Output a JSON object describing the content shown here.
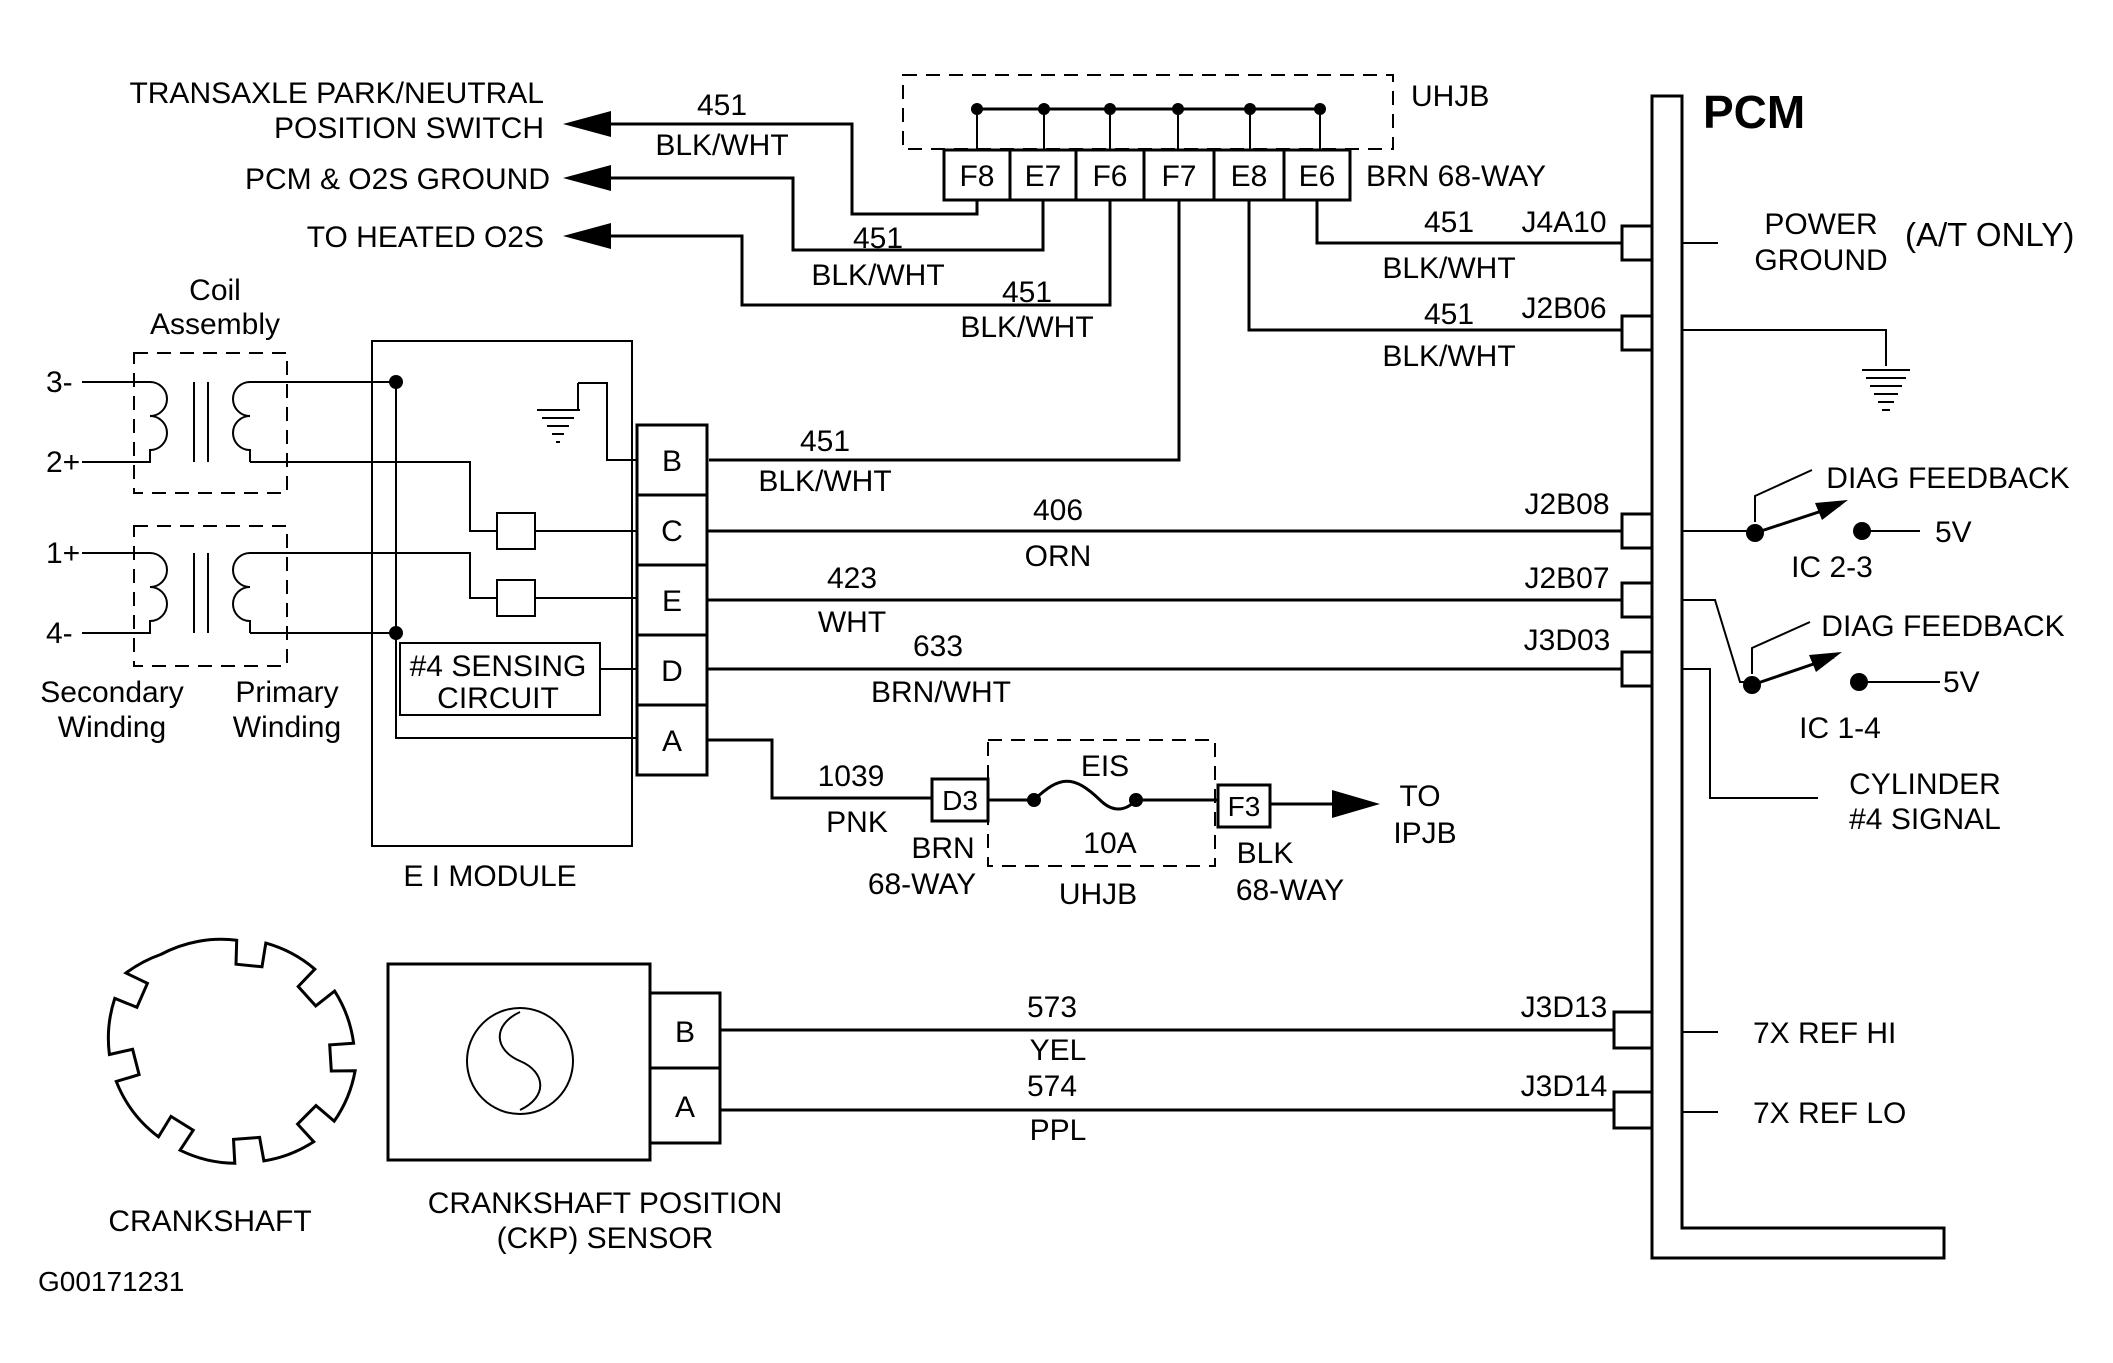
{
  "pcm": {
    "title": "PCM"
  },
  "uhjb": {
    "top_label": "UHJB",
    "connector_label": "BRN 68-WAY",
    "bottom_label": "UHJB"
  },
  "uhjb_pins": [
    "F8",
    "E7",
    "F6",
    "F7",
    "E8",
    "E6"
  ],
  "left_dest": {
    "transaxle_1": "TRANSAXLE PARK/NEUTRAL",
    "transaxle_2": "POSITION SWITCH",
    "pcm_ground": "PCM & O2S GROUND",
    "heated_o2s": "TO HEATED O2S"
  },
  "wires": {
    "w_f8": {
      "num": "451",
      "color": "BLK/WHT"
    },
    "w_e7": {
      "num": "451",
      "color": "BLK/WHT"
    },
    "w_f6": {
      "num": "451",
      "color": "BLK/WHT"
    },
    "w_e6": {
      "num": "451",
      "color": "BLK/WHT",
      "pin": "J4A10"
    },
    "w_e8": {
      "num": "451",
      "color": "BLK/WHT",
      "pin": "J2B06"
    },
    "w_b": {
      "num": "451",
      "color": "BLK/WHT"
    },
    "w_c": {
      "num": "406",
      "color": "ORN",
      "pin": "J2B08"
    },
    "w_e": {
      "num": "423",
      "color": "WHT",
      "pin": "J2B07"
    },
    "w_d": {
      "num": "633",
      "color": "BRN/WHT",
      "pin": "J3D03"
    },
    "w_a": {
      "num": "1039",
      "color": "PNK"
    },
    "w_ckp_b": {
      "num": "573",
      "color": "YEL",
      "pin": "J3D13"
    },
    "w_ckp_a": {
      "num": "574",
      "color": "PPL",
      "pin": "J3D14"
    }
  },
  "pcm_side": {
    "power_1": "POWER",
    "ground_1": "GROUND",
    "at_only": "(A/T ONLY)",
    "diag1": "DIAG FEEDBACK",
    "v5_1": "5V",
    "ic23": "IC 2-3",
    "diag2": "DIAG FEEDBACK",
    "v5_2": "5V",
    "ic14": "IC 1-4",
    "cyl_1": "CYLINDER",
    "cyl_2": "#4 SIGNAL",
    "ref_hi": "7X REF HI",
    "ref_lo": "7X REF LO"
  },
  "coil": {
    "title_1": "Coil",
    "title_2": "Assembly",
    "t3": "3-",
    "t2": "2+",
    "t1": "1+",
    "t4": "4-",
    "sec_1": "Secondary",
    "sec_2": "Winding",
    "pri_1": "Primary",
    "pri_2": "Winding"
  },
  "ei_module": {
    "label": "E I MODULE",
    "pins": [
      "B",
      "C",
      "E",
      "D",
      "A"
    ],
    "sensing_1": "#4 SENSING",
    "sensing_2": "CIRCUIT"
  },
  "fuse": {
    "d3": "D3",
    "f3": "F3",
    "eis": "EIS",
    "amps": "10A",
    "brn_1": "BRN",
    "brn_2": "68-WAY",
    "blk_1": "BLK",
    "blk_2": "68-WAY",
    "to": "TO",
    "ipjb": "IPJB"
  },
  "ckp": {
    "pins": [
      "B",
      "A"
    ],
    "label_1": "CRANKSHAFT POSITION",
    "label_2": "(CKP) SENSOR",
    "crankshaft": "CRANKSHAFT"
  },
  "figure_id": "G00171231"
}
